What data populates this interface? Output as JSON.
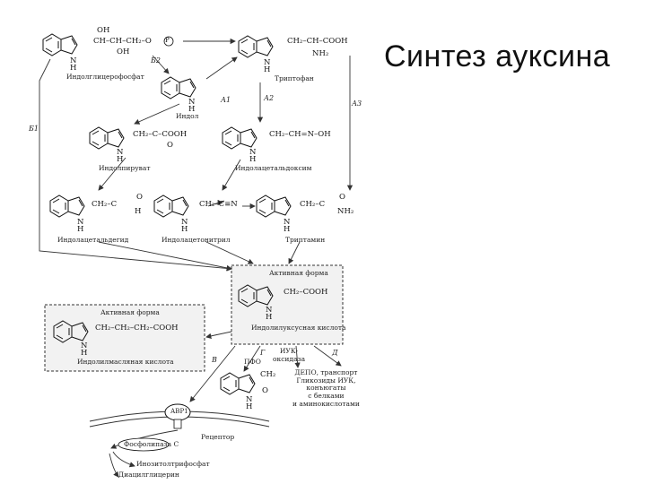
{
  "slide": {
    "title": "Синтез ауксина"
  },
  "compounds": {
    "igp": {
      "formula_top": "OH",
      "formula_chain": "CH–CH–CH₂–O",
      "formula_oh": "OH",
      "phosphate": "P",
      "label": "Индолглицерофосфат"
    },
    "tryptophan": {
      "formula": "CH₂–CH–COOH",
      "nh2": "NH₂",
      "label": "Триптофан"
    },
    "indole": {
      "label": "Индол"
    },
    "ipyr": {
      "formula": "CH₂–C–COOH",
      "oxo": "O",
      "label": "Индолпируват"
    },
    "iaox": {
      "formula": "CH₂–CH=N–OH",
      "label": "Индолацетальдоксим"
    },
    "iaald": {
      "formula": "CH₂–C",
      "o": "O",
      "h": "H",
      "label": "Индолацетальдегид"
    },
    "ian": {
      "formula": "CH₂–C≡N",
      "label": "Индолацетонитрил"
    },
    "tam": {
      "formula": "CH₂–C",
      "o": "O",
      "nh2": "NH₂",
      "label": "Триптамин"
    },
    "iaa": {
      "box_title": "Активная форма",
      "formula": "CH₂–COOH",
      "label": "Индолилуксусная кислота"
    },
    "iba": {
      "box_title": "Активная форма",
      "formula": "CH₂–CH₂–CH₂–COOH",
      "label": "Индолилмасляная кислота"
    },
    "oxindole": {
      "formula": "CH₂",
      "o": "O"
    },
    "nh_label": "N",
    "h_label": "H"
  },
  "pathways": {
    "b2": "Б2",
    "a1": "А1",
    "a2": "А2",
    "a3": "А3",
    "b1": "Б1",
    "v": "В",
    "g": "Г",
    "d": "Д"
  },
  "side_labels": {
    "iuk_ox": "ИУК-\nоксидаза",
    "pfo": "ПФО",
    "depot": "ДЕПО, транспорт\nГликозиды ИУК,\nконъюгаты\nс белками\nи аминокислотами"
  },
  "signaling": {
    "receptor_protein": "АВР1",
    "receptor": "Рецептор",
    "plc": "Фосфолипаза С",
    "ip3": "Инозитолтрифосфат",
    "dag": "Диацилглицерин"
  }
}
